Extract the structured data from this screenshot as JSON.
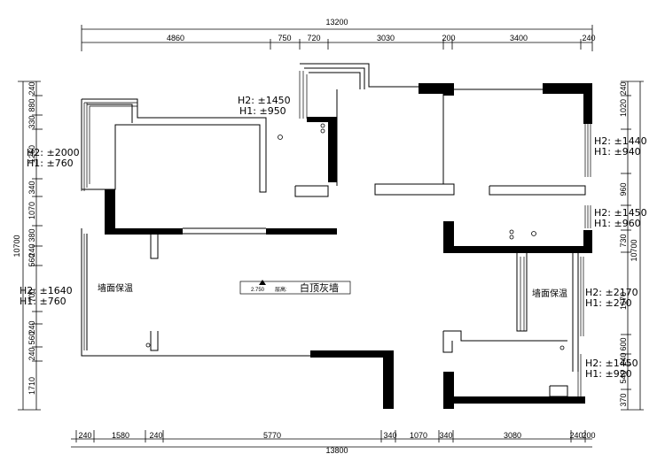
{
  "dimensions": {
    "top_total": "13200",
    "top_segments": [
      "4860",
      "750",
      "720",
      "3030",
      "200",
      "3400",
      "240"
    ],
    "bottom_segments": [
      "240",
      "1580",
      "240",
      "5770",
      "340",
      "1070",
      "340",
      "3080",
      "240",
      "200"
    ],
    "bottom_total": "13800",
    "left_total": "10700",
    "left_segments": [
      "240",
      "880",
      "330",
      "1260",
      "340",
      "1070",
      "380",
      "240",
      "560",
      "700",
      "1240",
      "240",
      "560",
      "240",
      "1710"
    ],
    "right_total": "10700",
    "right_segments": [
      "240",
      "1020",
      "960",
      "730",
      "1670",
      "600",
      "240",
      "540",
      "370"
    ]
  },
  "window_notes": {
    "top_mid": {
      "h2": "H2: ±1450",
      "h1": "H1: ±950"
    },
    "left_upper": {
      "h2": "H2: ±2000",
      "h1": "H1: ±760"
    },
    "left_lower": {
      "h2": "H2: ±1640",
      "h1": "H1: ±760"
    },
    "right_1": {
      "h2": "H2: ±1440",
      "h1": "H1: ±940"
    },
    "right_2": {
      "h2": "H2: ±1450",
      "h1": "H1: ±960"
    },
    "right_3": {
      "h2": "H2: ±2170",
      "h1": "H1: ±270"
    },
    "right_4": {
      "h2": "H2: ±1450",
      "h1": "H1: ±920"
    }
  },
  "labels": {
    "wall_insulation_left": "墙面保温",
    "wall_insulation_right": "墙面保温",
    "ceiling_height_value": "2.750",
    "ceiling_height_label": "层高:",
    "ceiling_note": "白顶灰墙"
  }
}
